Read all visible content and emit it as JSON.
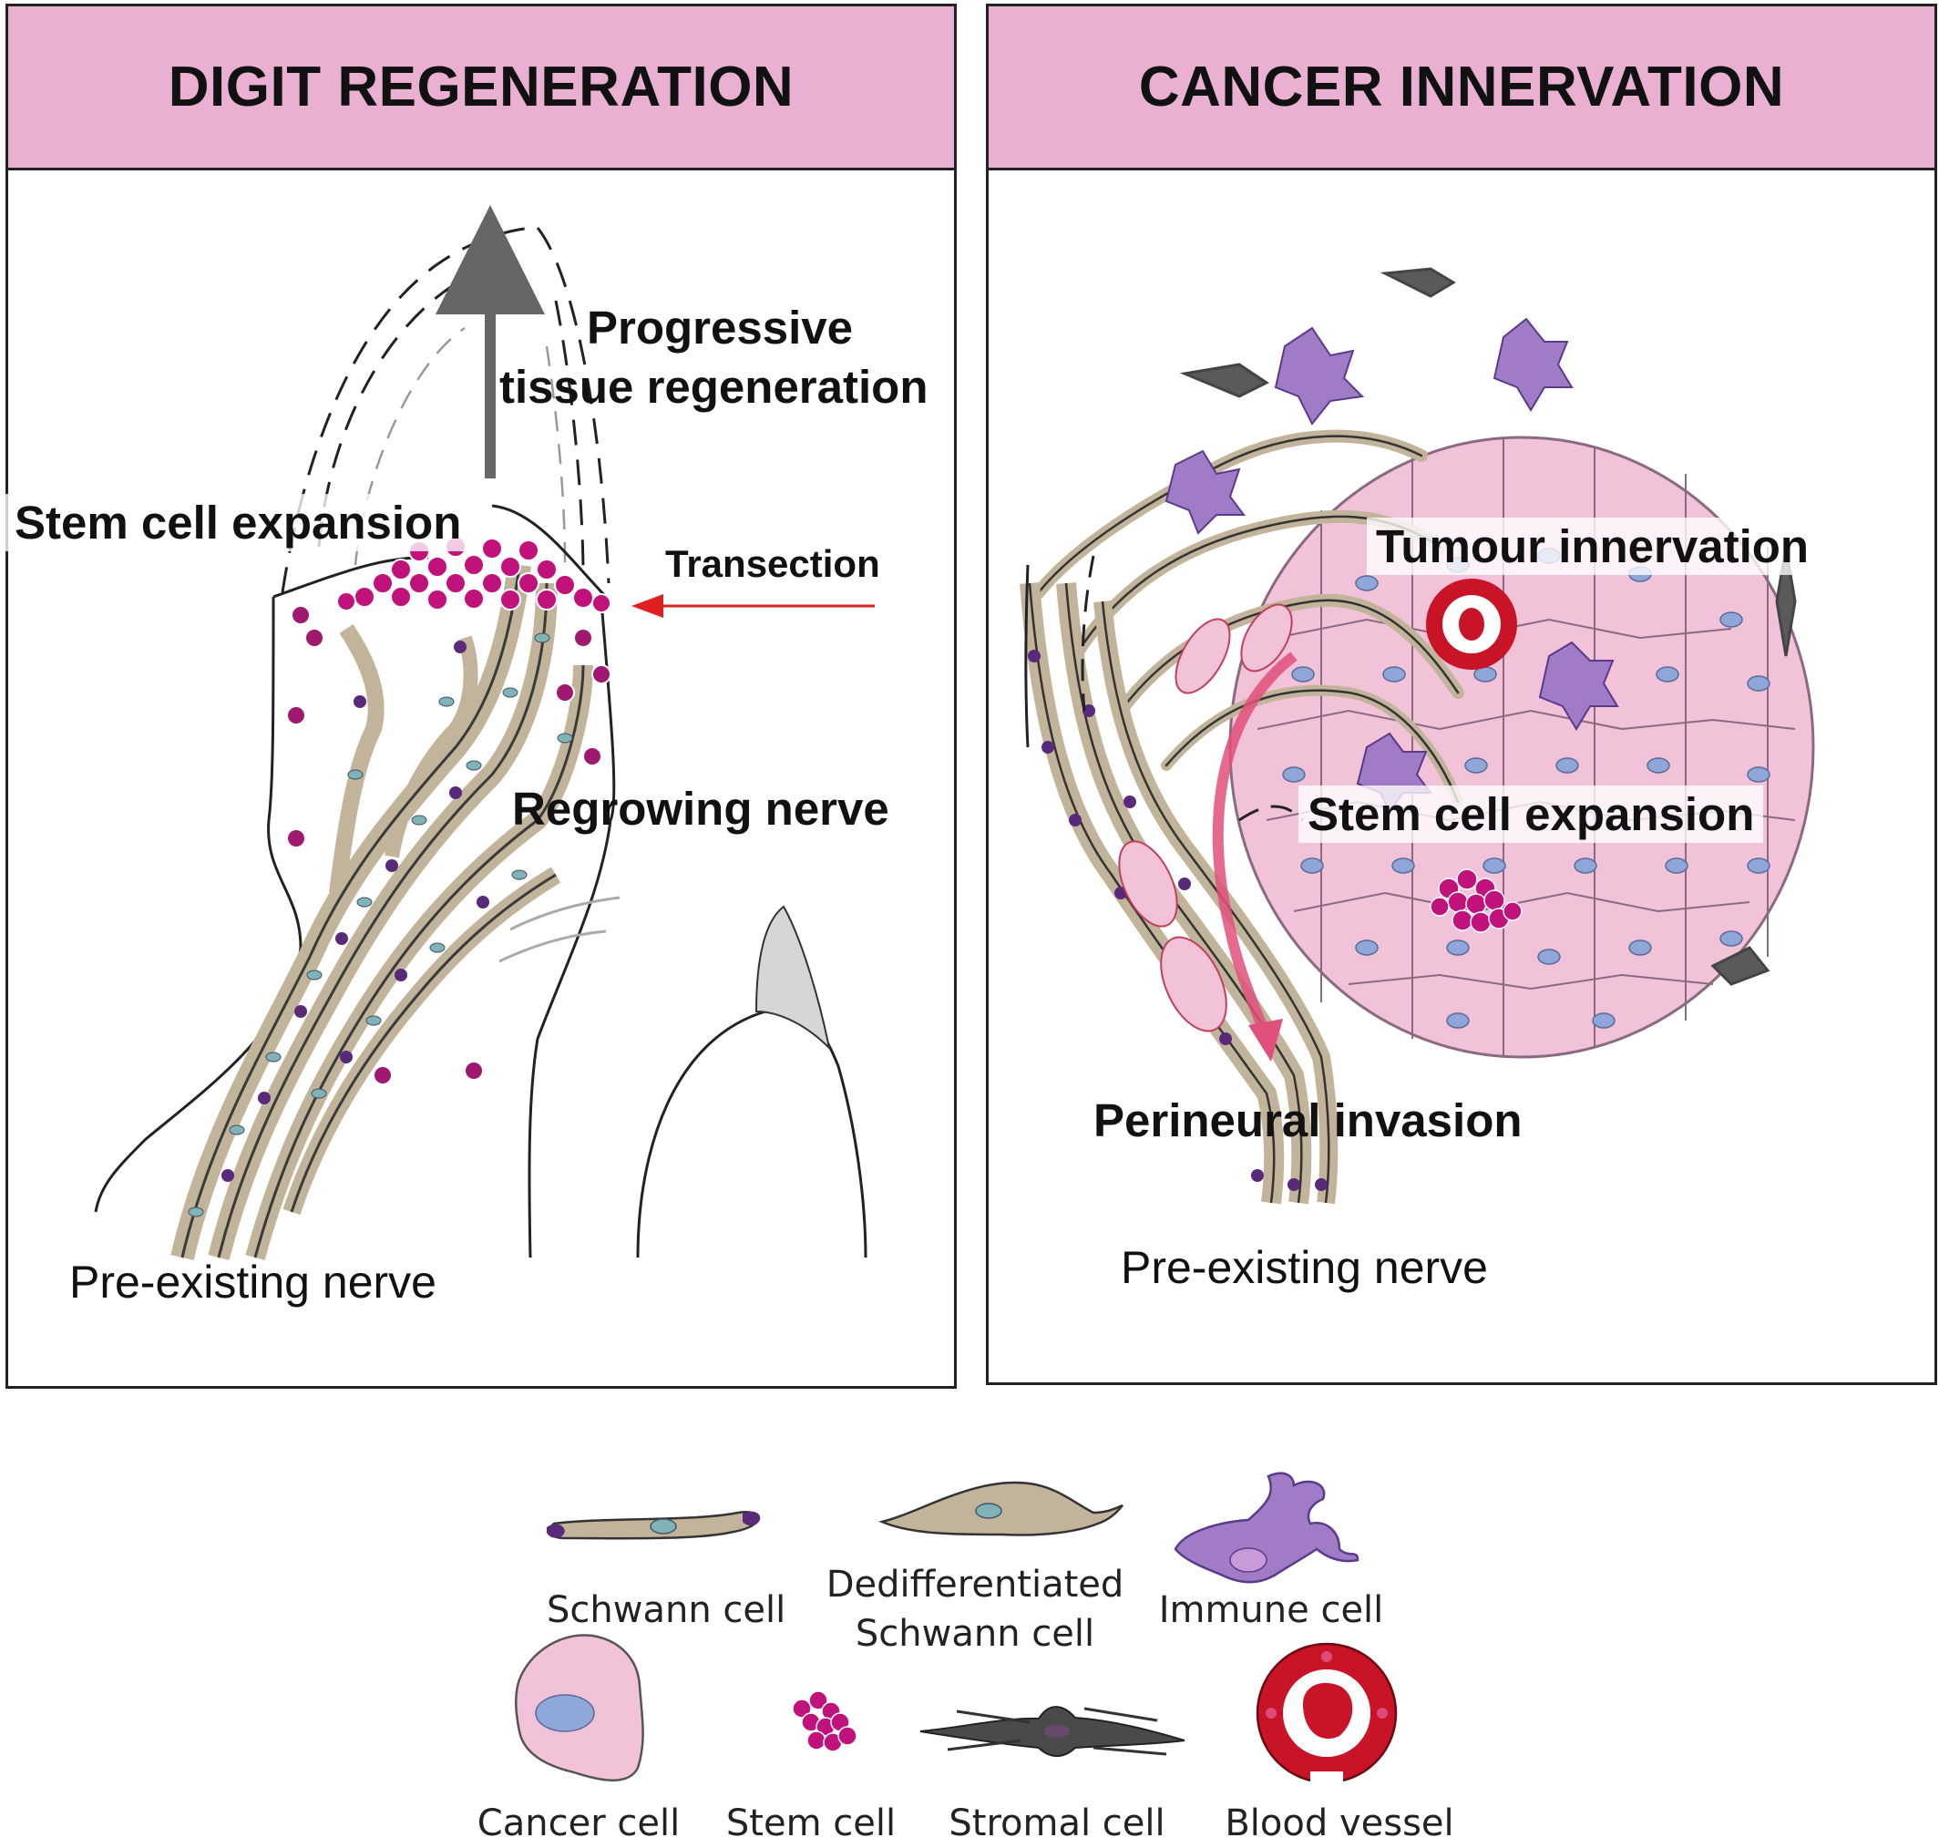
{
  "panels": {
    "left": {
      "title": "DIGIT REGENERATION",
      "labels": {
        "progressive": "Progressive",
        "tissue_regeneration": "tissue regeneration",
        "stem_cell_expansion": "Stem cell expansion",
        "transection": "Transection",
        "regrowing_nerve": "Regrowing nerve",
        "pre_existing_nerve": "Pre-existing nerve"
      }
    },
    "right": {
      "title": "CANCER INNERVATION",
      "labels": {
        "tumour_innervation": "Tumour innervation",
        "stem_cell_expansion": "Stem cell expansion",
        "perineural_invasion": "Perineural invasion",
        "pre_existing_nerve": "Pre-existing nerve"
      }
    }
  },
  "legend": {
    "schwann_cell": "Schwann cell",
    "dediff_line1": "Dedifferentiated",
    "dediff_line2": "Schwann cell",
    "immune_cell": "Immune cell",
    "cancer_cell": "Cancer cell",
    "stem_cell": "Stem cell",
    "stromal_cell": "Stromal cell",
    "blood_vessel": "Blood vessel"
  },
  "colors": {
    "header_pink": "#eab0d2",
    "schwann_tan": "#c2b49a",
    "nucleus_teal": "#7fb3b8",
    "myelin_purple": "#5a2a7a",
    "stem_magenta": "#c0127a",
    "immune_purple": "#a07cc6",
    "cancer_pink": "#f2c2d8",
    "cancer_nucleus": "#8ea6d8",
    "stromal_gray": "#5a5a5a",
    "vessel_red": "#c81426",
    "arrow_red": "#e02020",
    "arrow_gray": "#666666"
  }
}
